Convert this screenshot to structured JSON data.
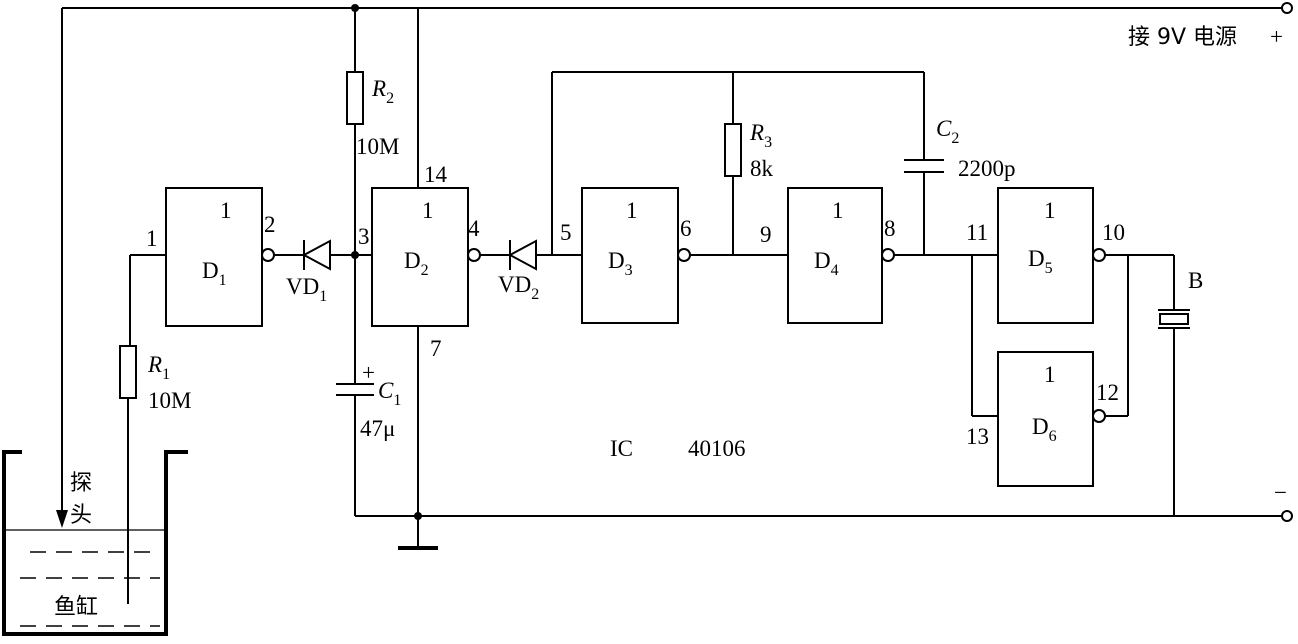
{
  "power": {
    "label": "接 9V 电源",
    "plus": "+",
    "minus": "−"
  },
  "ic_label": {
    "name": "IC",
    "part": "40106"
  },
  "gates": [
    {
      "name": "D",
      "sub": "1",
      "mark": "1"
    },
    {
      "name": "D",
      "sub": "2",
      "mark": "1"
    },
    {
      "name": "D",
      "sub": "3",
      "mark": "1"
    },
    {
      "name": "D",
      "sub": "4",
      "mark": "1"
    },
    {
      "name": "D",
      "sub": "5",
      "mark": "1"
    },
    {
      "name": "D",
      "sub": "6",
      "mark": "1"
    }
  ],
  "pins": [
    "1",
    "2",
    "3",
    "4",
    "5",
    "6",
    "7",
    "8",
    "9",
    "10",
    "11",
    "12",
    "13",
    "14"
  ],
  "components": {
    "R1": {
      "name": "R",
      "sub": "1",
      "value": "10M"
    },
    "R2": {
      "name": "R",
      "sub": "2",
      "value": "10M"
    },
    "R3": {
      "name": "R",
      "sub": "3",
      "value": "8k"
    },
    "C1": {
      "name": "C",
      "sub": "1",
      "value": "47μ",
      "polarity": "+"
    },
    "C2": {
      "name": "C",
      "sub": "2",
      "value": "2200p"
    },
    "VD1": {
      "name": "VD",
      "sub": "1"
    },
    "VD2": {
      "name": "VD",
      "sub": "2"
    },
    "B": {
      "name": "B"
    }
  },
  "tank": {
    "probe_label": [
      "探",
      "头"
    ],
    "tank_label": "鱼缸"
  }
}
